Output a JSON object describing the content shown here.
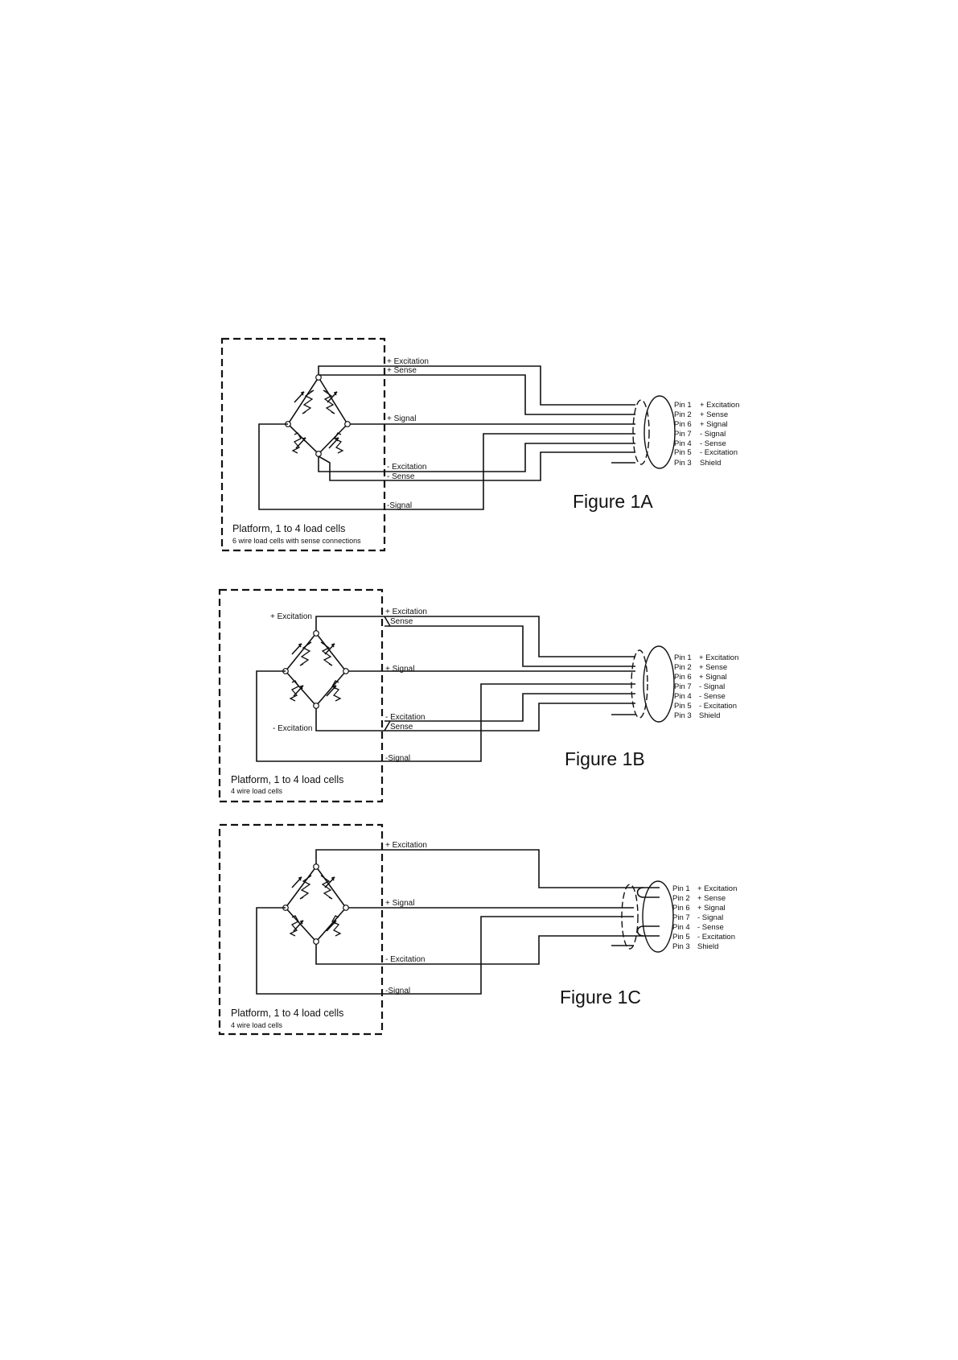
{
  "figures": [
    {
      "caption": "Figure 1A",
      "platform_title": "Platform, 1 to 4 load cells",
      "platform_subtitle": "6 wire load cells with sense connections",
      "wire_labels": {
        "plus_excitation": "+ Excitation",
        "plus_sense": "+ Sense",
        "plus_signal": "+ Signal",
        "minus_excitation": "- Excitation",
        "minus_sense": "- Sense",
        "minus_signal": "-Signal"
      },
      "bridge_labels": {
        "top": "",
        "bottom": ""
      },
      "pins": [
        {
          "pin": "Pin 1",
          "fn": "+ Excitation"
        },
        {
          "pin": "Pin 2",
          "fn": "+ Sense"
        },
        {
          "pin": "Pin 6",
          "fn": "+ Signal"
        },
        {
          "pin": "Pin 7",
          "fn": "- Signal"
        },
        {
          "pin": "Pin 4",
          "fn": "- Sense"
        },
        {
          "pin": "Pin 5",
          "fn": "- Excitation"
        },
        {
          "pin": "Pin 3",
          "fn": "Shield"
        }
      ]
    },
    {
      "caption": "Figure 1B",
      "platform_title": "Platform, 1 to 4 load cells",
      "platform_subtitle": "4 wire load cells",
      "wire_labels": {
        "plus_excitation": "+ Excitation",
        "plus_sense": "Sense",
        "plus_signal": "+ Signal",
        "minus_excitation": "- Excitation",
        "minus_sense": "Sense",
        "minus_signal": "-Signal"
      },
      "bridge_labels": {
        "top": "+ Excitation",
        "bottom": "- Excitation"
      },
      "pins": [
        {
          "pin": "Pin 1",
          "fn": "+ Excitation"
        },
        {
          "pin": "Pin 2",
          "fn": "+ Sense"
        },
        {
          "pin": "Pin 6",
          "fn": "+ Signal"
        },
        {
          "pin": "Pin 7",
          "fn": "- Signal"
        },
        {
          "pin": "Pin 4",
          "fn": "- Sense"
        },
        {
          "pin": "Pin 5",
          "fn": "- Excitation"
        },
        {
          "pin": "Pin 3",
          "fn": "Shield"
        }
      ]
    },
    {
      "caption": "Figure 1C",
      "platform_title": "Platform, 1 to 4 load cells",
      "platform_subtitle": "4 wire load cells",
      "wire_labels": {
        "plus_excitation": "+ Excitation",
        "plus_sense": "",
        "plus_signal": "+ Signal",
        "minus_excitation": "- Excitation",
        "minus_sense": "",
        "minus_signal": "-Signal"
      },
      "bridge_labels": {
        "top": "",
        "bottom": ""
      },
      "pins": [
        {
          "pin": "Pin 1",
          "fn": "+ Excitation"
        },
        {
          "pin": "Pin 2",
          "fn": "+ Sense"
        },
        {
          "pin": "Pin 6",
          "fn": "+ Signal"
        },
        {
          "pin": "Pin 7",
          "fn": "- Signal"
        },
        {
          "pin": "Pin 4",
          "fn": "- Sense"
        },
        {
          "pin": "Pin 5",
          "fn": "- Excitation"
        },
        {
          "pin": "Pin 3",
          "fn": "Shield"
        }
      ]
    }
  ]
}
